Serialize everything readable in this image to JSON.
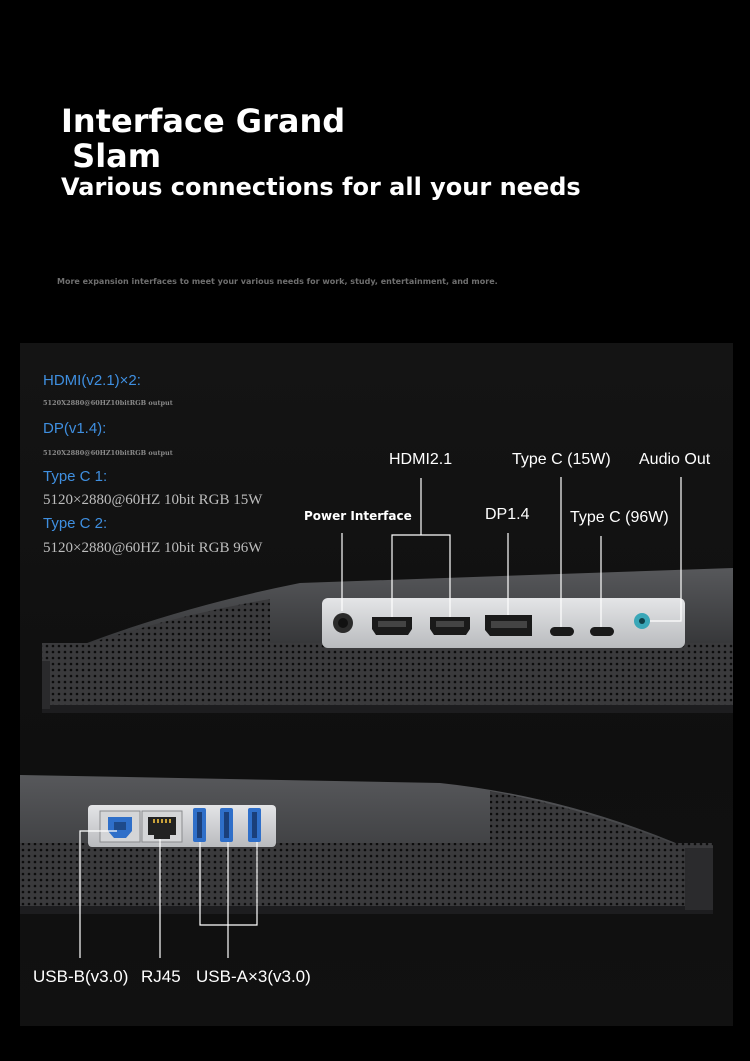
{
  "header": {
    "title_line1": "Interface Grand",
    "title_line2": " Slam",
    "subtitle": "Various connections for all your needs",
    "tagline": "More expansion interfaces to meet your various needs for work, study, entertainment, and more."
  },
  "specs": [
    {
      "label": "HDMI(v2.1)×2:",
      "detail": "5120X2880@60HZ10bitRGB output"
    },
    {
      "label": "DP(v1.4):",
      "detail": "5120X2880@60HZ10bitRGB output"
    },
    {
      "label": "Type C 1:",
      "detail": "5120×2880@60HZ 10bit RGB 15W"
    },
    {
      "label": "Type C 2:",
      "detail": "5120×2880@60HZ 10bit RGB 96W"
    }
  ],
  "top_ports": {
    "power": "Power Interface",
    "hdmi": "HDMI2.1",
    "dp": "DP1.4",
    "typec15": "Type C (15W)",
    "typec96": "Type C (96W)",
    "audio": "Audio Out"
  },
  "bottom_ports": {
    "usbb": "USB-B(v3.0)",
    "rj45": "RJ45",
    "usba": "USB-A×3(v3.0)"
  },
  "colors": {
    "spec_label": "#3f8fe0",
    "usb_blue": "#2f6fc9",
    "audio_teal": "#3aa7b8"
  }
}
